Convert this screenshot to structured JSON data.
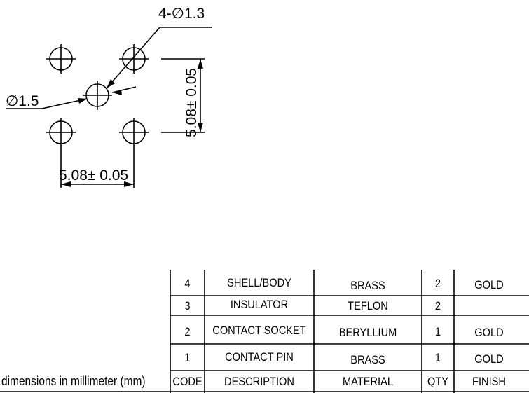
{
  "footprint": {
    "hole_callout": "4-∅1.3",
    "center_hole_callout": "∅1.5",
    "vertical_pitch": "5.08± 0.05",
    "horizontal_pitch": "5.08± 0.05"
  },
  "units_note": "dimensions in millimeter (mm)",
  "bom": {
    "headers": {
      "code": "CODE",
      "description": "DESCRIPTION",
      "material": "MATERIAL",
      "qty": "QTY",
      "finish": "FINISH"
    },
    "rows": [
      {
        "code": "4",
        "description": "SHELL/BODY",
        "material": "BRASS",
        "qty": "2",
        "finish": "GOLD"
      },
      {
        "code": "3",
        "description": "INSULATOR",
        "material": "TEFLON",
        "qty": "2",
        "finish": ""
      },
      {
        "code": "2",
        "description": "CONTACT SOCKET",
        "material": "BERYLLIUM",
        "qty": "1",
        "finish": "GOLD"
      },
      {
        "code": "1",
        "description": "CONTACT PIN",
        "material": "BRASS",
        "qty": "1",
        "finish": "GOLD"
      }
    ]
  }
}
